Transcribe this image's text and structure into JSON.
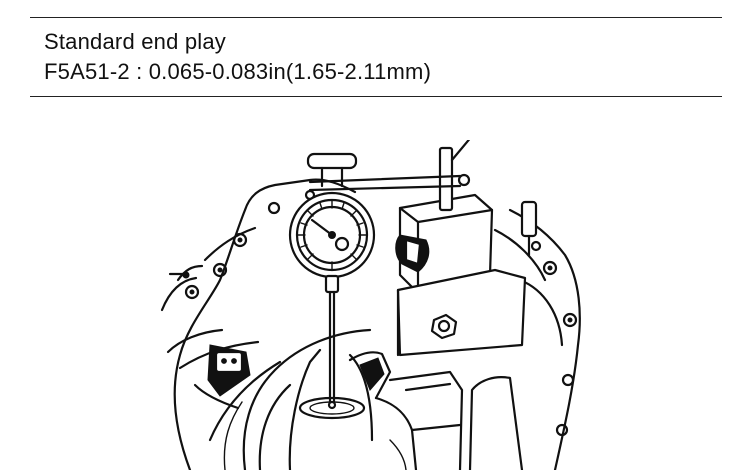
{
  "spec": {
    "title": "Standard end play",
    "value_line": "F5A51-2 : 0.065-0.083in(1.65-2.11mm)"
  },
  "illustration": {
    "subject": "dial-indicator-on-transaxle-case",
    "ink_color": "#111111",
    "paper_color": "#ffffff"
  }
}
